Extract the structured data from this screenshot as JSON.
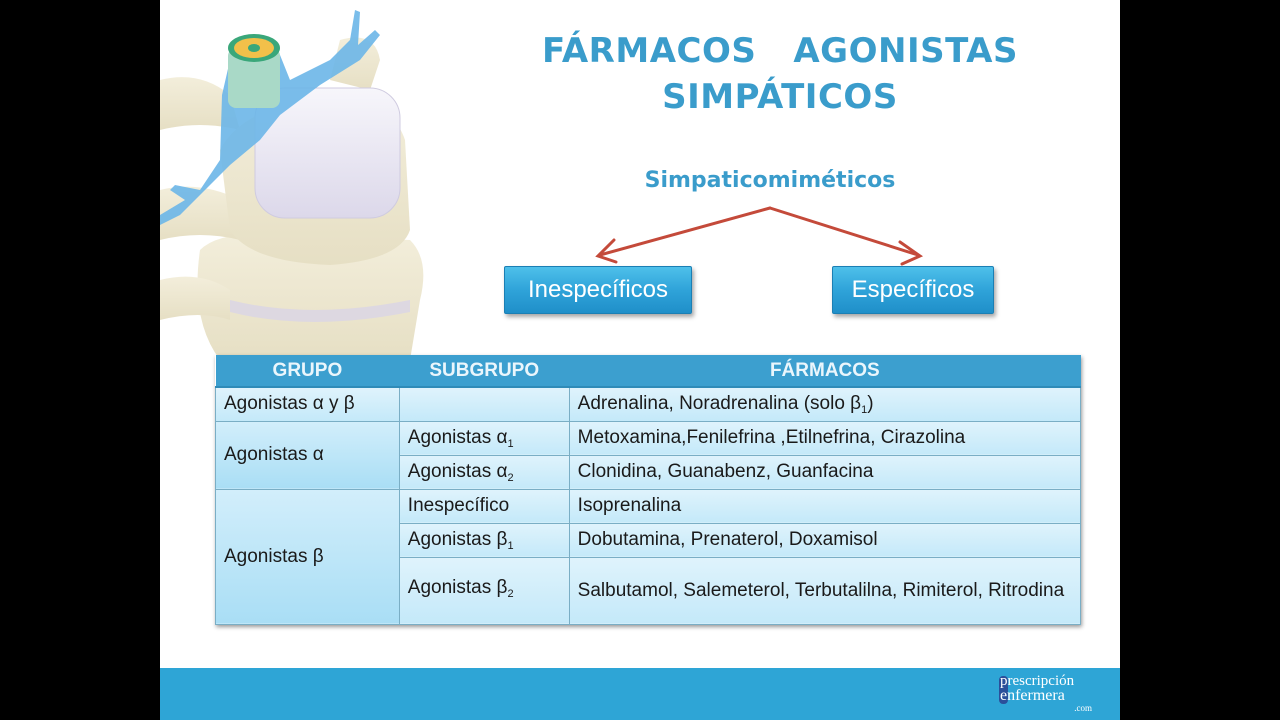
{
  "slide": {
    "title_lines": [
      "FÁRMACOS   AGONISTAS",
      "SIMPÁTICOS"
    ],
    "subtitle": "Simpaticomiméticos",
    "branches": {
      "left": "Inespecíficos",
      "right": "Específicos"
    },
    "colors": {
      "accent": "#3a9ccb",
      "arrow": "#c0392b",
      "box": "#2fa3d9",
      "footer": "#2ea5d6",
      "table_header": "#3c9fcf",
      "table_cell": "#c4e9f9"
    }
  },
  "table": {
    "headers": [
      "GRUPO",
      "SUBGRUPO",
      "FÁRMACOS"
    ],
    "rows": [
      {
        "grupo": "Agonistas α y β",
        "subgrupo": "",
        "sub_index": "",
        "farmacos": "Adrenalina, Noradrenalina (solo β",
        "farmacos_sub": "1",
        "farmacos_tail": ")"
      },
      {
        "grupo": "Agonistas α",
        "subgrupo": "Agonistas α",
        "sub_index": "1",
        "farmacos": "Metoxamina,Fenilefrina ,Etilnefrina, Cirazolina"
      },
      {
        "grupo": "",
        "subgrupo": "Agonistas α",
        "sub_index": "2",
        "farmacos": "Clonidina, Guanabenz, Guanfacina"
      },
      {
        "grupo": "Agonistas β",
        "subgrupo": "Inespecífico",
        "sub_index": "",
        "farmacos": "Isoprenalina"
      },
      {
        "grupo": "",
        "subgrupo": "Agonistas β",
        "sub_index": "1",
        "farmacos": "Dobutamina, Prenaterol, Doxamisol"
      },
      {
        "grupo": "",
        "subgrupo": "Agonistas β",
        "sub_index": "2",
        "farmacos": "Salbutamol, Salemeterol, Terbutalilna, Rimiterol, Ritrodina"
      }
    ]
  },
  "footer": {
    "logo": {
      "line1": "prescripción",
      "line2": "enfermera",
      "line3": ".com"
    }
  },
  "illustration": "spine-with-spinal-cord-illustration"
}
